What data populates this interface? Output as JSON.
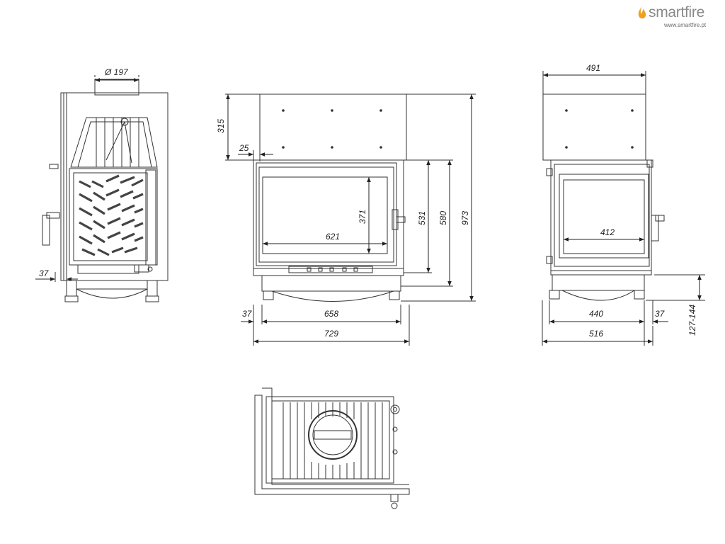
{
  "brand": {
    "name": "smartfire",
    "url": "www.smartfire.pt",
    "accent_color": "#f0a020",
    "icon": "flame-icon"
  },
  "dimensions": {
    "flue_diameter": "Ø 197",
    "side_left_offset": "37",
    "height_top_section": "315",
    "top_offset": "25",
    "glass_height": "371",
    "glass_width": "621",
    "door_height": "531",
    "frame_height": "580",
    "total_height": "973",
    "base_offset": "37",
    "base_width": "658",
    "total_width": "729",
    "side_top_width": "491",
    "side_glass_width": "412",
    "side_base_width": "440",
    "side_base_offset": "37",
    "side_total_width": "516",
    "leg_adjust": "127-144"
  }
}
